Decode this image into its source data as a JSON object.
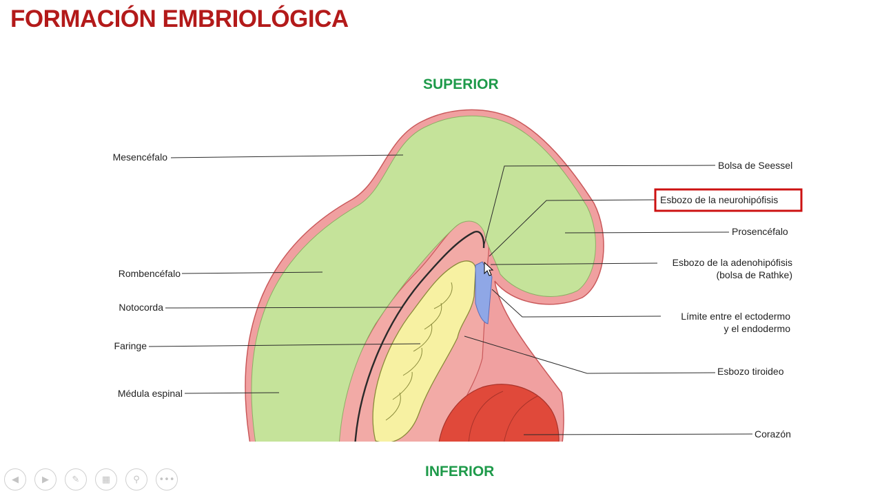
{
  "slide": {
    "title": "FORMACIÓN EMBRIOLÓGICA",
    "orientation_top": "SUPERIOR",
    "orientation_bottom": "INFERIOR"
  },
  "diagram": {
    "labels_left": {
      "mesencefalo": "Mesencéfalo",
      "rombencefalo": "Rombencéfalo",
      "notocorda": "Notocorda",
      "faringe": "Faringe",
      "medula": "Médula espinal"
    },
    "labels_right": {
      "bolsa_seessel": "Bolsa de Seessel",
      "neurohipofisis": "Esbozo de la neurohipófisis",
      "prosencefalo": "Prosencéfalo",
      "adenohipofisis_1": "Esbozo de la adenohipófisis",
      "adenohipofisis_2": "(bolsa de Rathke)",
      "limite_1": "Límite entre el ectodermo",
      "limite_2": "y el endodermo",
      "tiroideo": "Esbozo tiroideo",
      "corazon": "Corazón"
    },
    "highlight_color": "#cc1111",
    "tissue_colors": {
      "neural": "#c5e39a",
      "ectoderm": "#f0a0a0",
      "endoderm": "#f7f1a2",
      "pouch": "#8fa7e6",
      "heart": "#e0493a"
    }
  },
  "controls": {
    "previous": "◀",
    "next": "▶",
    "pen": "✎",
    "slides": "▦",
    "zoom": "⚲",
    "more": "•••"
  }
}
